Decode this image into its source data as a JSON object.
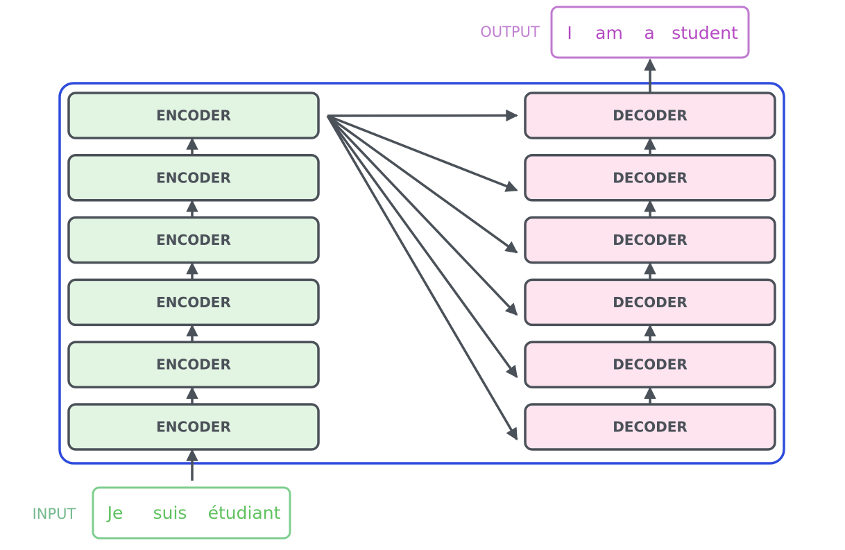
{
  "output": {
    "label": "OUTPUT",
    "tokens": [
      "I",
      "am",
      "a",
      "student"
    ]
  },
  "input": {
    "label": "INPUT",
    "tokens": [
      "Je",
      "suis",
      "étudiant"
    ]
  },
  "encoders": [
    "ENCODER",
    "ENCODER",
    "ENCODER",
    "ENCODER",
    "ENCODER",
    "ENCODER"
  ],
  "decoders": [
    "DECODER",
    "DECODER",
    "DECODER",
    "DECODER",
    "DECODER",
    "DECODER"
  ],
  "colors": {
    "container_border": "#2f4bdc",
    "encoder_fill": "#e2f4e2",
    "decoder_fill": "#fde4ef",
    "box_border": "#4b5159",
    "arrow": "#4b5159",
    "text": "#4b5159",
    "input_accent": "#5fc25f",
    "input_label": "#76b98e",
    "output_accent": "#c07ad0",
    "output_label": "#c080d2",
    "output_token": "#b54ac4"
  }
}
